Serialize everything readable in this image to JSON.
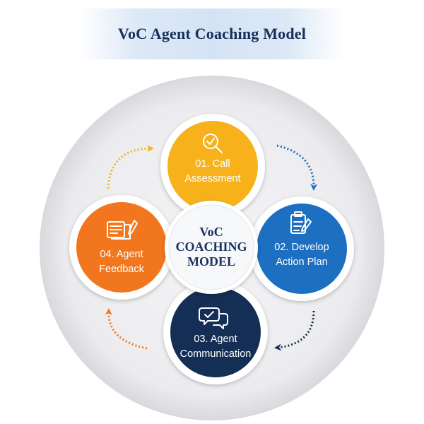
{
  "title": "VoC Agent Coaching Model",
  "center": {
    "lines": [
      "VoC",
      "COACHING",
      "MODEL"
    ]
  },
  "steps": [
    {
      "lines": [
        "01. Call",
        "Assessment"
      ],
      "color": "#f7b21b",
      "icon": "magnifier-check-icon"
    },
    {
      "lines": [
        "02. Develop",
        "Action Plan"
      ],
      "color": "#1d6fc1",
      "icon": "clipboard-pen-icon"
    },
    {
      "lines": [
        "03. Agent",
        "Communication"
      ],
      "color": "#142e55",
      "icon": "chat-check-icon"
    },
    {
      "lines": [
        "04. Agent",
        "Feedback"
      ],
      "color": "#f2761e",
      "icon": "notes-pen-icon"
    }
  ],
  "colors": {
    "title_text": "#17305b",
    "arrow_blue": "#1d6fc1",
    "arrow_navy": "#142e55",
    "arrow_orange": "#f2761e",
    "arrow_yellow": "#f7b21b",
    "ring": "#e6e6e8"
  }
}
